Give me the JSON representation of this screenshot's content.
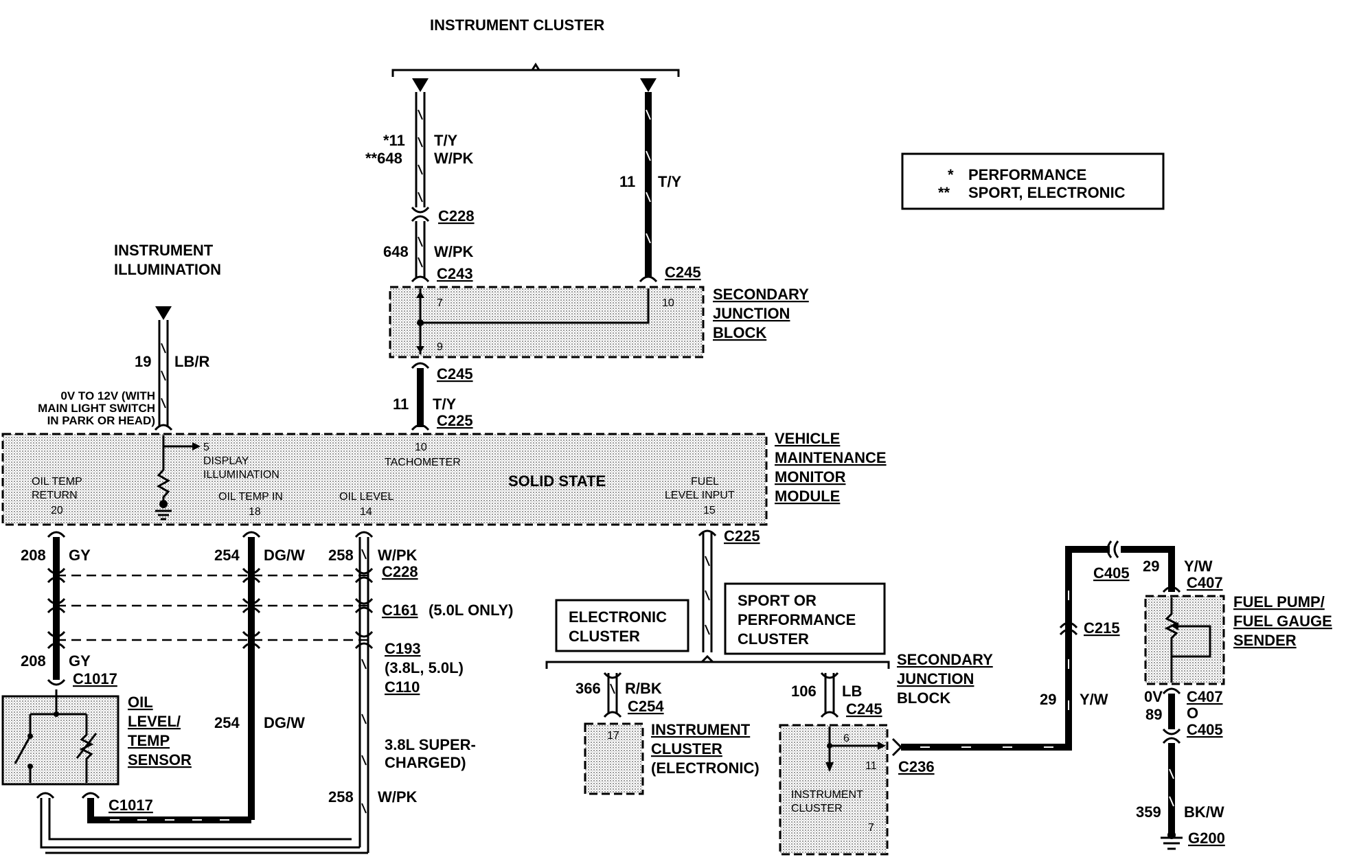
{
  "diagram": {
    "top_title": "INSTRUMENT CLUSTER",
    "legend": {
      "star1": "*",
      "text1": "PERFORMANCE",
      "star2": "**",
      "text2": "SPORT, ELECTRONIC"
    },
    "illumination_label": [
      "INSTRUMENT",
      "ILLUMINATION"
    ],
    "wires": {
      "w11_a": "*11",
      "ty_a": "T/Y",
      "w648_a": "**648",
      "wpk_a": "W/PK",
      "w11_b": "11",
      "ty_b": "T/Y",
      "w648_b": "648",
      "wpk_b": "W/PK",
      "w19": "19",
      "lbr": "LB/R",
      "w11_c": "11",
      "ty_c": "T/Y",
      "w208_a": "208",
      "gy_a": "GY",
      "w254_a": "254",
      "dgw_a": "DG/W",
      "w258_a": "258",
      "wpk_c": "W/PK",
      "w208_b": "208",
      "gy_b": "GY",
      "w254_b": "254",
      "dgw_b": "DG/W",
      "w258_b": "258",
      "wpk_d": "W/PK",
      "w366": "366",
      "rbk": "R/BK",
      "w106": "106",
      "lb": "LB",
      "w29_a": "29",
      "yw_a": "Y/W",
      "w29_b": "29",
      "yw_b": "Y/W",
      "v0": "0V",
      "w89": "89",
      "o": "O",
      "w359": "359",
      "bkw": "BK/W"
    },
    "connectors": {
      "c228_top": "C228",
      "c243": "C243",
      "c245_top": "C245",
      "c245_mid": "C245",
      "c225_top": "C225",
      "c225_right": "C225",
      "c228_bot": "C228",
      "c161": "C161",
      "c161_note": "(5.0L ONLY)",
      "c193": "C193",
      "c193_note": "(3.8L, 5.0L)",
      "c110": "C110",
      "c1017_a": "C1017",
      "c1017_b": "C1017",
      "c254": "C254",
      "c245_low": "C245",
      "c236": "C236",
      "c405_a": "C405",
      "c407_a": "C407",
      "c215": "C215",
      "c407_b": "C407",
      "c405_b": "C405",
      "g200": "G200"
    },
    "sjb_top": {
      "pin7": "7",
      "pin10": "10",
      "pin9": "9",
      "name": [
        "SECONDARY",
        "JUNCTION",
        "BLOCK"
      ]
    },
    "vmm": {
      "name": [
        "VEHICLE",
        "MAINTENANCE",
        "MONITOR",
        "MODULE"
      ],
      "supply_note": [
        "0V TO 12V (WITH",
        "MAIN LIGHT SWITCH",
        "IN PARK OR HEAD)"
      ],
      "pin5": "5",
      "display_illum": [
        "DISPLAY",
        "ILLUMINATION"
      ],
      "pin10": "10",
      "tachometer": "TACHOMETER",
      "solid_state": "SOLID STATE",
      "oil_temp_return": [
        "OIL TEMP",
        "RETURN"
      ],
      "pin20": "20",
      "oil_temp_in": "OIL TEMP IN",
      "pin18": "18",
      "oil_level": "OIL LEVEL",
      "pin14": "14",
      "fuel_level_input": [
        "FUEL",
        "LEVEL INPUT"
      ],
      "pin15": "15"
    },
    "supercharged_note": [
      "3.8L SUPER-",
      "CHARGED)"
    ],
    "electronic_cluster": [
      "ELECTRONIC",
      "CLUSTER"
    ],
    "sport_perf_cluster": [
      "SPORT OR",
      "PERFORMANCE",
      "CLUSTER"
    ],
    "sjb_bottom_name": [
      "SECONDARY",
      "JUNCTION",
      "BLOCK"
    ],
    "oil_sensor_name": [
      "OIL",
      "LEVEL/",
      "TEMP",
      "SENSOR"
    ],
    "ic_electronic": {
      "pin17": "17",
      "name": [
        "INSTRUMENT",
        "CLUSTER",
        "(ELECTRONIC)"
      ]
    },
    "ic_box": {
      "pin6": "6",
      "pin11": "11",
      "pin7": "7",
      "name": [
        "INSTRUMENT",
        "CLUSTER"
      ]
    },
    "fuel_sender_name": [
      "FUEL PUMP/",
      "FUEL GAUGE",
      "SENDER"
    ]
  }
}
